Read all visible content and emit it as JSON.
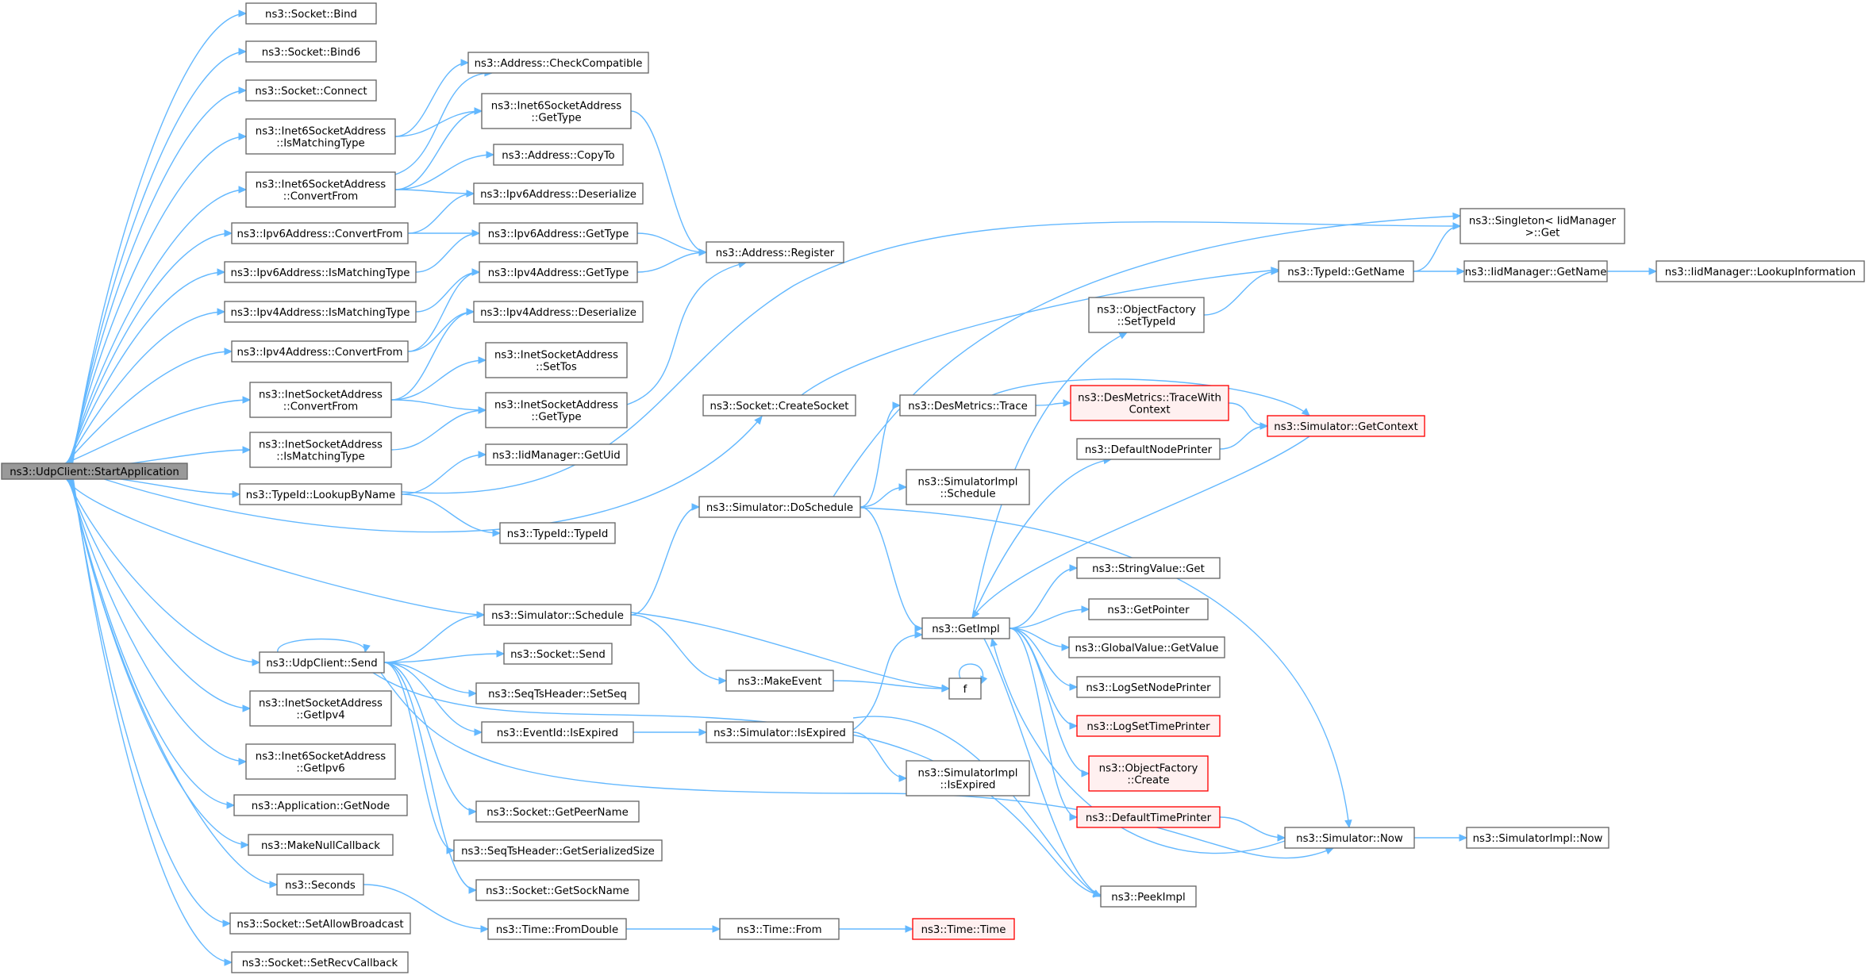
{
  "diagram": {
    "nodes": [
      {
        "id": "root",
        "lines": [
          "ns3::UdpClient::StartApplication"
        ],
        "style": "root"
      },
      {
        "id": "sockBind",
        "lines": [
          "ns3::Socket::Bind"
        ]
      },
      {
        "id": "sockBind6",
        "lines": [
          "ns3::Socket::Bind6"
        ]
      },
      {
        "id": "sockConnect",
        "lines": [
          "ns3::Socket::Connect"
        ]
      },
      {
        "id": "i6saIsMatch",
        "lines": [
          "ns3::Inet6SocketAddress",
          "::IsMatchingType"
        ]
      },
      {
        "id": "i6saConvert",
        "lines": [
          "ns3::Inet6SocketAddress",
          "::ConvertFrom"
        ]
      },
      {
        "id": "ipv6ConvertFrom",
        "lines": [
          "ns3::Ipv6Address::ConvertFrom"
        ]
      },
      {
        "id": "ipv6IsMatch",
        "lines": [
          "ns3::Ipv6Address::IsMatchingType"
        ]
      },
      {
        "id": "ipv4IsMatch",
        "lines": [
          "ns3::Ipv4Address::IsMatchingType"
        ]
      },
      {
        "id": "ipv4ConvertFrom",
        "lines": [
          "ns3::Ipv4Address::ConvertFrom"
        ]
      },
      {
        "id": "isaConvert",
        "lines": [
          "ns3::InetSocketAddress",
          "::ConvertFrom"
        ]
      },
      {
        "id": "isaIsMatch",
        "lines": [
          "ns3::InetSocketAddress",
          "::IsMatchingType"
        ]
      },
      {
        "id": "typeIdLookup",
        "lines": [
          "ns3::TypeId::LookupByName"
        ]
      },
      {
        "id": "udpSend",
        "lines": [
          "ns3::UdpClient::Send"
        ]
      },
      {
        "id": "isaGetIpv4",
        "lines": [
          "ns3::InetSocketAddress",
          "::GetIpv4"
        ]
      },
      {
        "id": "i6saGetIpv6",
        "lines": [
          "ns3::Inet6SocketAddress",
          "::GetIpv6"
        ]
      },
      {
        "id": "appGetNode",
        "lines": [
          "ns3::Application::GetNode"
        ]
      },
      {
        "id": "makeNullCb",
        "lines": [
          "ns3::MakeNullCallback"
        ]
      },
      {
        "id": "seconds",
        "lines": [
          "ns3::Seconds"
        ]
      },
      {
        "id": "sockSetAllowBc",
        "lines": [
          "ns3::Socket::SetAllowBroadcast"
        ]
      },
      {
        "id": "sockSetRecvCb",
        "lines": [
          "ns3::Socket::SetRecvCallback"
        ]
      },
      {
        "id": "addrCheckCompat",
        "lines": [
          "ns3::Address::CheckCompatible"
        ]
      },
      {
        "id": "i6saGetType",
        "lines": [
          "ns3::Inet6SocketAddress",
          "::GetType"
        ]
      },
      {
        "id": "addrCopyTo",
        "lines": [
          "ns3::Address::CopyTo"
        ]
      },
      {
        "id": "ipv6Deserialize",
        "lines": [
          "ns3::Ipv6Address::Deserialize"
        ]
      },
      {
        "id": "ipv6GetType",
        "lines": [
          "ns3::Ipv6Address::GetType"
        ]
      },
      {
        "id": "ipv4GetType",
        "lines": [
          "ns3::Ipv4Address::GetType"
        ]
      },
      {
        "id": "ipv4Deserialize",
        "lines": [
          "ns3::Ipv4Address::Deserialize"
        ]
      },
      {
        "id": "isaSetTos",
        "lines": [
          "ns3::InetSocketAddress",
          "::SetTos"
        ]
      },
      {
        "id": "isaGetType",
        "lines": [
          "ns3::InetSocketAddress",
          "::GetType"
        ]
      },
      {
        "id": "iidGetUid",
        "lines": [
          "ns3::IidManager::GetUid"
        ]
      },
      {
        "id": "typeIdTypeId",
        "lines": [
          "ns3::TypeId::TypeId"
        ]
      },
      {
        "id": "simSchedule",
        "lines": [
          "ns3::Simulator::Schedule"
        ]
      },
      {
        "id": "sockSend",
        "lines": [
          "ns3::Socket::Send"
        ]
      },
      {
        "id": "seqSetSeq",
        "lines": [
          "ns3::SeqTsHeader::SetSeq"
        ]
      },
      {
        "id": "evIsExpired",
        "lines": [
          "ns3::EventId::IsExpired"
        ]
      },
      {
        "id": "sockGetPeer",
        "lines": [
          "ns3::Socket::GetPeerName"
        ]
      },
      {
        "id": "seqGetSerSize",
        "lines": [
          "ns3::SeqTsHeader::GetSerializedSize"
        ]
      },
      {
        "id": "sockGetSockName",
        "lines": [
          "ns3::Socket::GetSockName"
        ]
      },
      {
        "id": "timeFromDouble",
        "lines": [
          "ns3::Time::FromDouble"
        ]
      },
      {
        "id": "addrRegister",
        "lines": [
          "ns3::Address::Register"
        ]
      },
      {
        "id": "sockCreate",
        "lines": [
          "ns3::Socket::CreateSocket"
        ]
      },
      {
        "id": "simDoSchedule",
        "lines": [
          "ns3::Simulator::DoSchedule"
        ]
      },
      {
        "id": "makeEvent",
        "lines": [
          "ns3::MakeEvent"
        ]
      },
      {
        "id": "simIsExpired",
        "lines": [
          "ns3::Simulator::IsExpired"
        ]
      },
      {
        "id": "timeFrom",
        "lines": [
          "ns3::Time::From"
        ]
      },
      {
        "id": "timeTime",
        "lines": [
          "ns3::Time::Time"
        ],
        "style": "red"
      },
      {
        "id": "singletonGet",
        "lines": [
          "ns3::Singleton< IidManager",
          " >::Get"
        ]
      },
      {
        "id": "typeIdGetName",
        "lines": [
          "ns3::TypeId::GetName"
        ]
      },
      {
        "id": "objFactSetType",
        "lines": [
          "ns3::ObjectFactory",
          "::SetTypeId"
        ]
      },
      {
        "id": "desTrace",
        "lines": [
          "ns3::DesMetrics::Trace"
        ]
      },
      {
        "id": "desTraceCtx",
        "lines": [
          "ns3::DesMetrics::TraceWith",
          "Context"
        ],
        "style": "red"
      },
      {
        "id": "simGetContext",
        "lines": [
          "ns3::Simulator::GetContext"
        ],
        "style": "red"
      },
      {
        "id": "defNodePrinter",
        "lines": [
          "ns3::DefaultNodePrinter"
        ]
      },
      {
        "id": "simImplSchedule",
        "lines": [
          "ns3::SimulatorImpl",
          "::Schedule"
        ]
      },
      {
        "id": "getImpl",
        "lines": [
          "ns3::GetImpl"
        ]
      },
      {
        "id": "f",
        "lines": [
          "f"
        ]
      },
      {
        "id": "strValGet",
        "lines": [
          "ns3::StringValue::Get"
        ]
      },
      {
        "id": "getPointer",
        "lines": [
          "ns3::GetPointer"
        ]
      },
      {
        "id": "globalValGet",
        "lines": [
          "ns3::GlobalValue::GetValue"
        ]
      },
      {
        "id": "logSetNode",
        "lines": [
          "ns3::LogSetNodePrinter"
        ]
      },
      {
        "id": "logSetTime",
        "lines": [
          "ns3::LogSetTimePrinter"
        ],
        "style": "red"
      },
      {
        "id": "objFactCreate",
        "lines": [
          "ns3::ObjectFactory",
          "::Create"
        ],
        "style": "red"
      },
      {
        "id": "defTimePrinter",
        "lines": [
          "ns3::DefaultTimePrinter"
        ],
        "style": "red"
      },
      {
        "id": "simImplIsExpired",
        "lines": [
          "ns3::SimulatorImpl",
          "::IsExpired"
        ]
      },
      {
        "id": "peekImpl",
        "lines": [
          "ns3::PeekImpl"
        ]
      },
      {
        "id": "simNow",
        "lines": [
          "ns3::Simulator::Now"
        ]
      },
      {
        "id": "simImplNow",
        "lines": [
          "ns3::SimulatorImpl::Now"
        ]
      },
      {
        "id": "iidGetName",
        "lines": [
          "ns3::IidManager::GetName"
        ]
      },
      {
        "id": "iidLookupInfo",
        "lines": [
          "ns3::IidManager::LookupInformation"
        ]
      }
    ]
  }
}
